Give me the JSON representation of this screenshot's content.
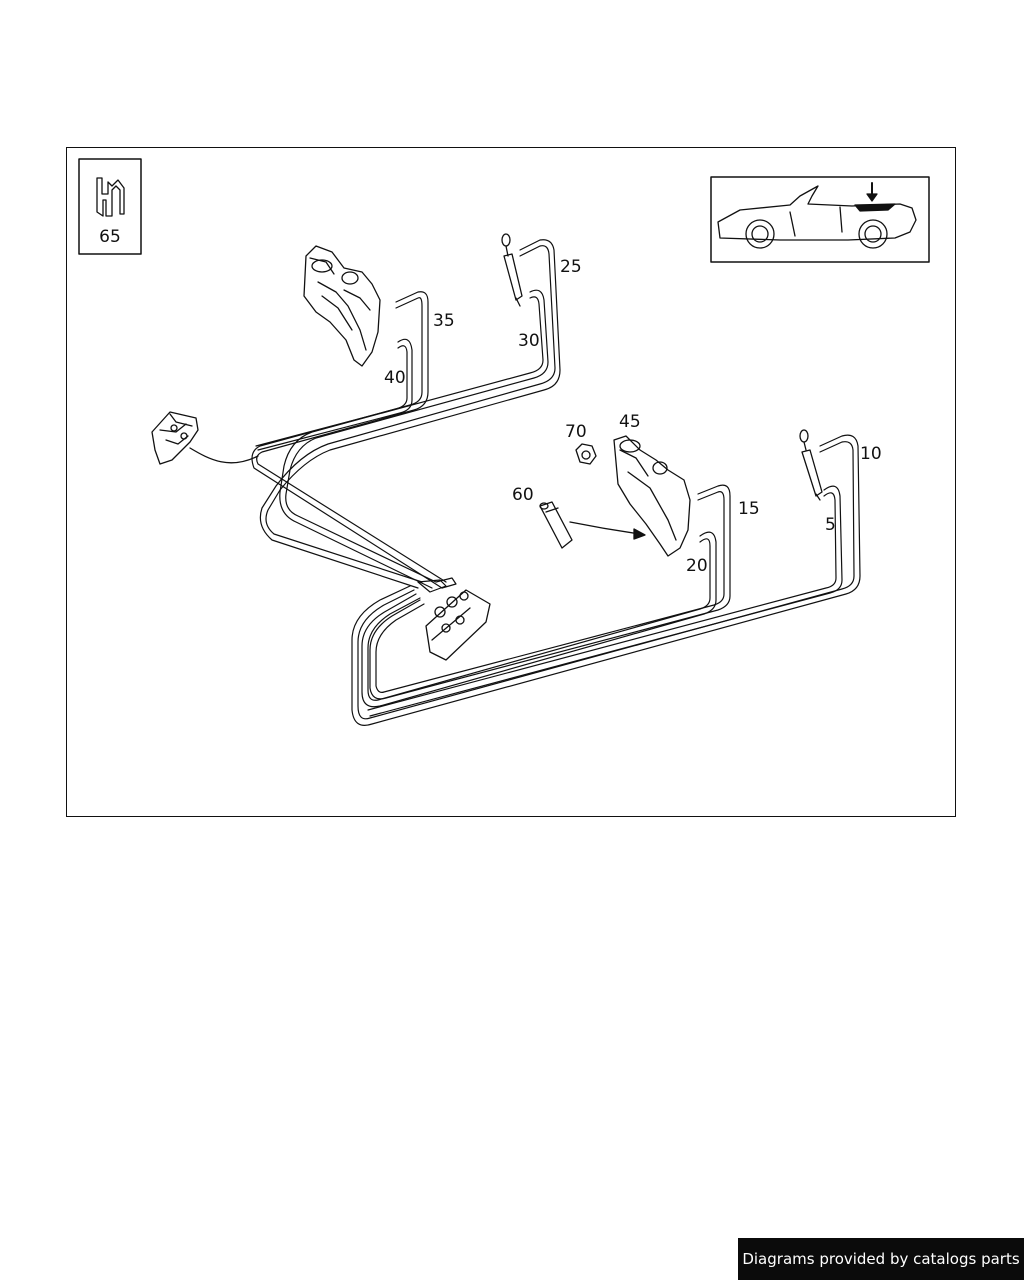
{
  "diagram": {
    "callouts": {
      "c5": "5",
      "c10": "10",
      "c15": "15",
      "c20": "20",
      "c25": "25",
      "c30": "30",
      "c35": "35",
      "c40": "40",
      "c45": "45",
      "c60": "60",
      "c65": "65",
      "c70": "70"
    }
  },
  "footer": {
    "credit": "Diagrams provided by catalogs parts"
  }
}
